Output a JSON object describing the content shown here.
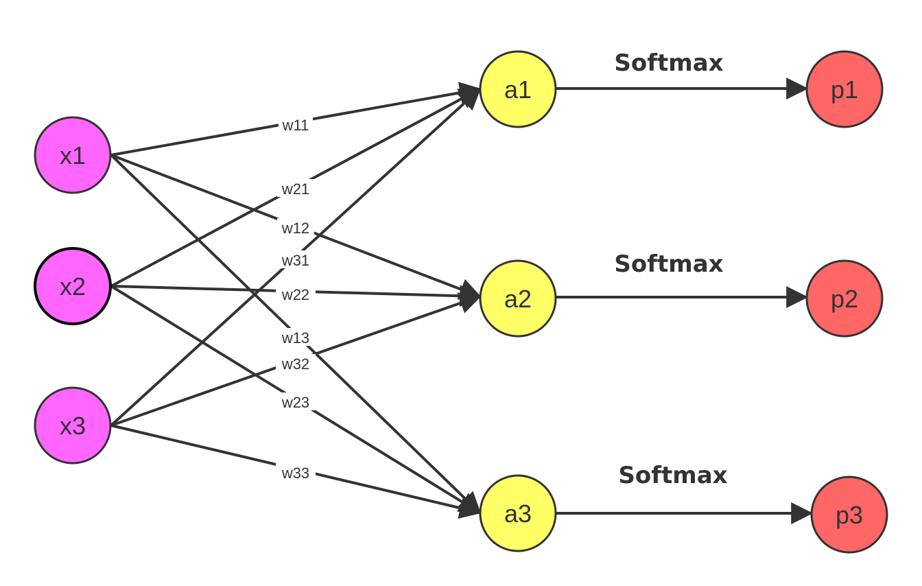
{
  "colors": {
    "input": "#FF66FF",
    "hidden": "#FFFF66",
    "output": "#FF6666",
    "stroke": "#333333"
  },
  "nodes": {
    "inputs": [
      "x1",
      "x2",
      "x3"
    ],
    "hidden": [
      "a1",
      "a2",
      "a3"
    ],
    "outputs": [
      "p1",
      "p2",
      "p3"
    ]
  },
  "weights": [
    "w11",
    "w21",
    "w12",
    "w31",
    "w22",
    "w13",
    "w32",
    "w23",
    "w33"
  ],
  "softmax": [
    "Softmax",
    "Softmax",
    "Softmax"
  ]
}
